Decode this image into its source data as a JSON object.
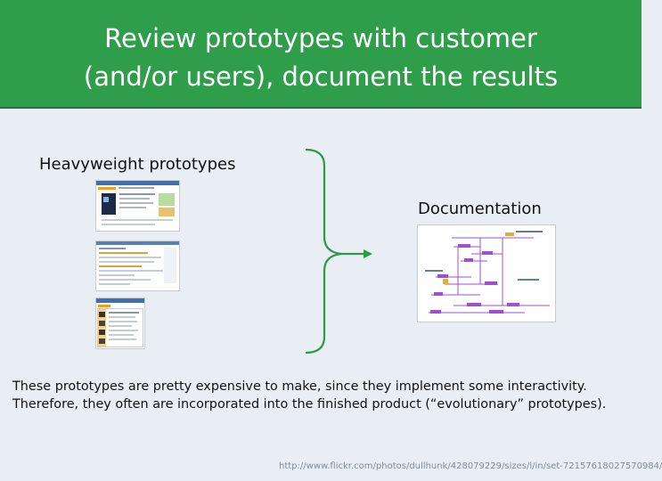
{
  "title": "Review prototypes with customer\n(and/or users), document the results",
  "left_label": "Heavyweight prototypes",
  "right_label": "Documentation",
  "caption": {
    "line1": "These prototypes are pretty expensive to make, since they implement some interactivity.",
    "line2": "Therefore, they often are incorporated into the finished product (“evolutionary” prototypes)."
  },
  "url": "http://www.flickr.com/photos/dullhunk/428079229/sizes/l/in/set-72157618027570984/",
  "colors": {
    "title_bar": "#2f9e4a",
    "accent_green": "#2e9a47",
    "background": "#e9eef4",
    "diagram_purple": "#a14fd0"
  }
}
